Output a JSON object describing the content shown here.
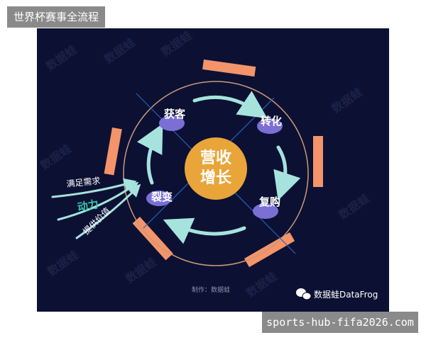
{
  "header": {
    "title": "世界杯赛事全流程"
  },
  "footer": {
    "url": "sports-hub-fifa2026.com"
  },
  "diagram": {
    "center": {
      "line1": "营收",
      "line2": "增长"
    },
    "nodes": {
      "acquire": "获客",
      "convert": "转化",
      "repurchase": "复购",
      "fission": "裂变"
    },
    "drivers": {
      "demand": "满足需求",
      "power": "动力",
      "value": "提供价值"
    },
    "credit": "制作：数据蛙",
    "brand": "数据蛙DataFrog",
    "watermark": "数据蛙",
    "colors": {
      "background": "#0c1133",
      "center": "#e9a53a",
      "node": "#7b6fd6",
      "arrow": "#a6e3dd",
      "bar": "#f3946a",
      "ring": "#c79a7a"
    }
  }
}
